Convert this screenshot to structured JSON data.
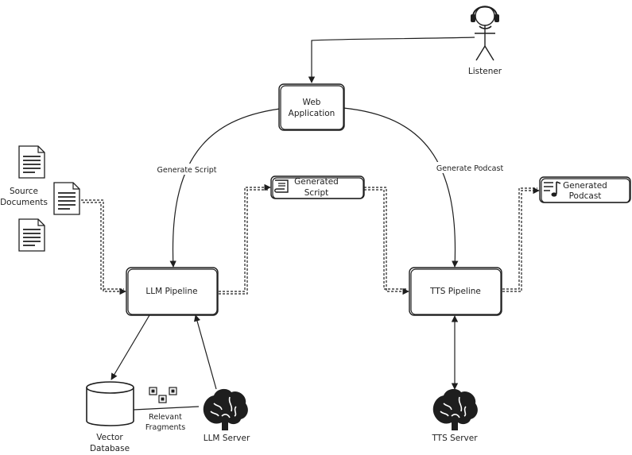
{
  "nodes": {
    "listener": "Listener",
    "web_app": [
      "Web",
      "Application"
    ],
    "source_docs": [
      "Source",
      "Documents"
    ],
    "generated_script": [
      "Generated",
      "Script"
    ],
    "generated_podcast": [
      "Generated",
      "Podcast"
    ],
    "llm_pipeline": "LLM Pipeline",
    "tts_pipeline": "TTS Pipeline",
    "vector_db": [
      "Vector",
      "Database"
    ],
    "llm_server": "LLM Server",
    "tts_server": "TTS Server"
  },
  "edges": {
    "generate_script": "Generate Script",
    "generate_podcast": "Generate Podcast",
    "relevant_fragments": [
      "Relevant",
      "Fragments"
    ]
  },
  "icons": {
    "listener": "person-with-headphones-icon",
    "documents": "document-icon",
    "script": "script-scroll-icon",
    "podcast": "music-playlist-icon",
    "database": "cylinder-database-icon",
    "server": "brain-icon",
    "fragments": "small-squares-icon"
  }
}
